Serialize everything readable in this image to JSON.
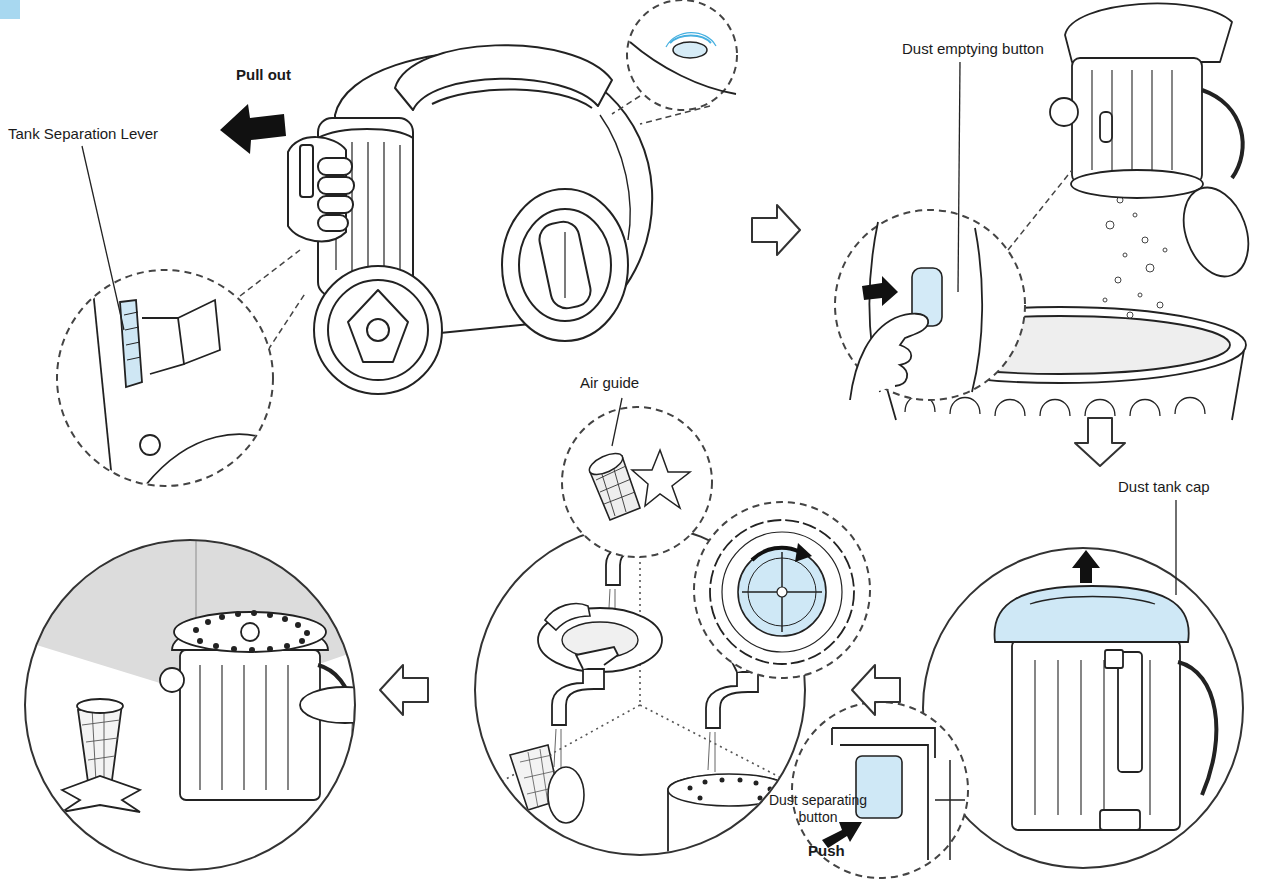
{
  "diagram": {
    "labels": [
      "Pull out",
      "Tank Separation Lever",
      "Dust emptying button",
      "Air guide",
      "Dust tank cap",
      "Dust separating button",
      "Push"
    ]
  }
}
